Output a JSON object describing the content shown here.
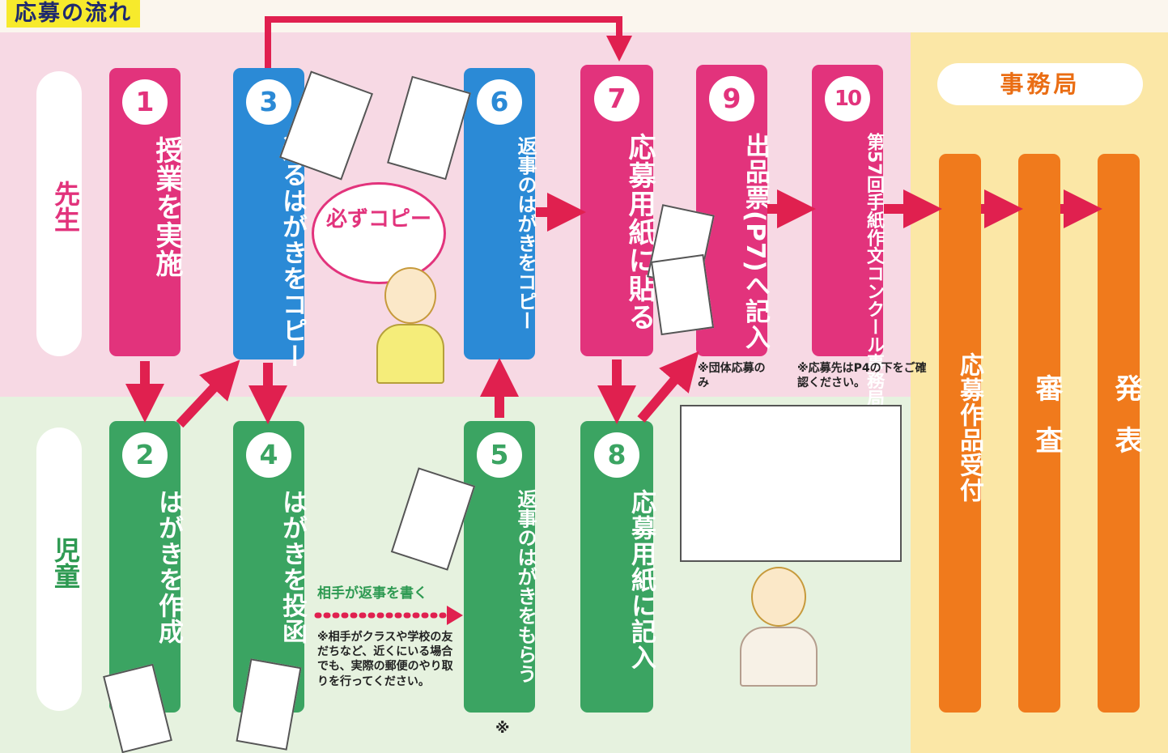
{
  "title": "応募の流れ",
  "roles": {
    "teacher": "先生",
    "student": "児童",
    "office": "事務局"
  },
  "steps": [
    {
      "num": "1",
      "text": "授業を実施"
    },
    {
      "num": "2",
      "text": "はがきを作成"
    },
    {
      "num": "3",
      "text": "送るはがきをコピー"
    },
    {
      "num": "4",
      "text": "はがきを投函"
    },
    {
      "num": "5",
      "text": "返事のはがきをもらう"
    },
    {
      "num": "6",
      "text": "返事のはがきをコピー"
    },
    {
      "num": "7",
      "text": "応募用紙に貼る"
    },
    {
      "num": "8",
      "text": "応募用紙に記入"
    },
    {
      "num": "9",
      "text": "出品票(P7)へ記入"
    },
    {
      "num": "10",
      "text": "第57回手紙作文コンクール事務局へ送付"
    }
  ],
  "office_steps": [
    "応募作品受付",
    "審査",
    "発表"
  ],
  "bubble_text": "必ずコピー",
  "reply_label": "相手が返事を書く",
  "reply_note": "※相手がクラスや学校の友だちなど、近くにいる場合でも、実際の郵便のやり取りを行ってください。",
  "note9": "※団体応募のみ",
  "note10": "※応募先はP4の下をご確認ください。",
  "mark5": "※",
  "colors": {
    "teacher_step": "#e2337c",
    "copy_step": "#2b8ad6",
    "student_step": "#3ba462",
    "office_step": "#f07a1c",
    "arrow": "#e0204f"
  }
}
